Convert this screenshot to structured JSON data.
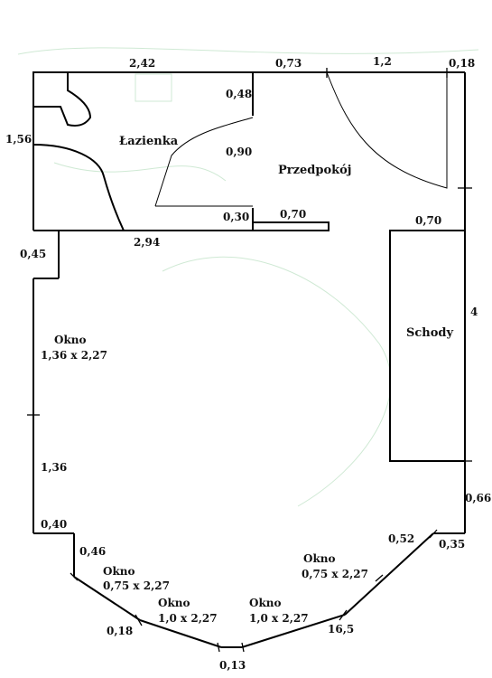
{
  "rooms": {
    "bathroom": "Łazienka",
    "hallway": "Przedpokój",
    "stairs": "Schody"
  },
  "dimensions": {
    "top_bath_width": "2,42",
    "top_hall_left": "0,73",
    "top_hall_mid": "1,2",
    "top_hall_right": "0,18",
    "bath_height": "1,56",
    "bath_door_top": "0,48",
    "bath_door_width": "0,90",
    "bath_door_bottom": "0,30",
    "hall_partition": "0,70",
    "stairs_top": "0,70",
    "bath_bottom": "2,94",
    "left_notch": "0,45",
    "left_lower": "1,36",
    "right_side": "4",
    "right_lower": "0,66",
    "bottom_left_step": "0,40",
    "bay_left_first": "0,46",
    "bay_left_bottom": "0,18",
    "bay_center": "0,13",
    "bay_right_bottom": "16,5",
    "bay_right_upper": "0,52",
    "bay_right_step": "0,35"
  },
  "windows": [
    {
      "label": "Okno",
      "size": "1,36 x 2,27"
    },
    {
      "label": "Okno",
      "size": "0,75 x 2,27"
    },
    {
      "label": "Okno",
      "size": "1,0 x 2,27"
    },
    {
      "label": "Okno",
      "size": "1,0 x 2,27"
    },
    {
      "label": "Okno",
      "size": "0,75 x 2,27"
    }
  ]
}
